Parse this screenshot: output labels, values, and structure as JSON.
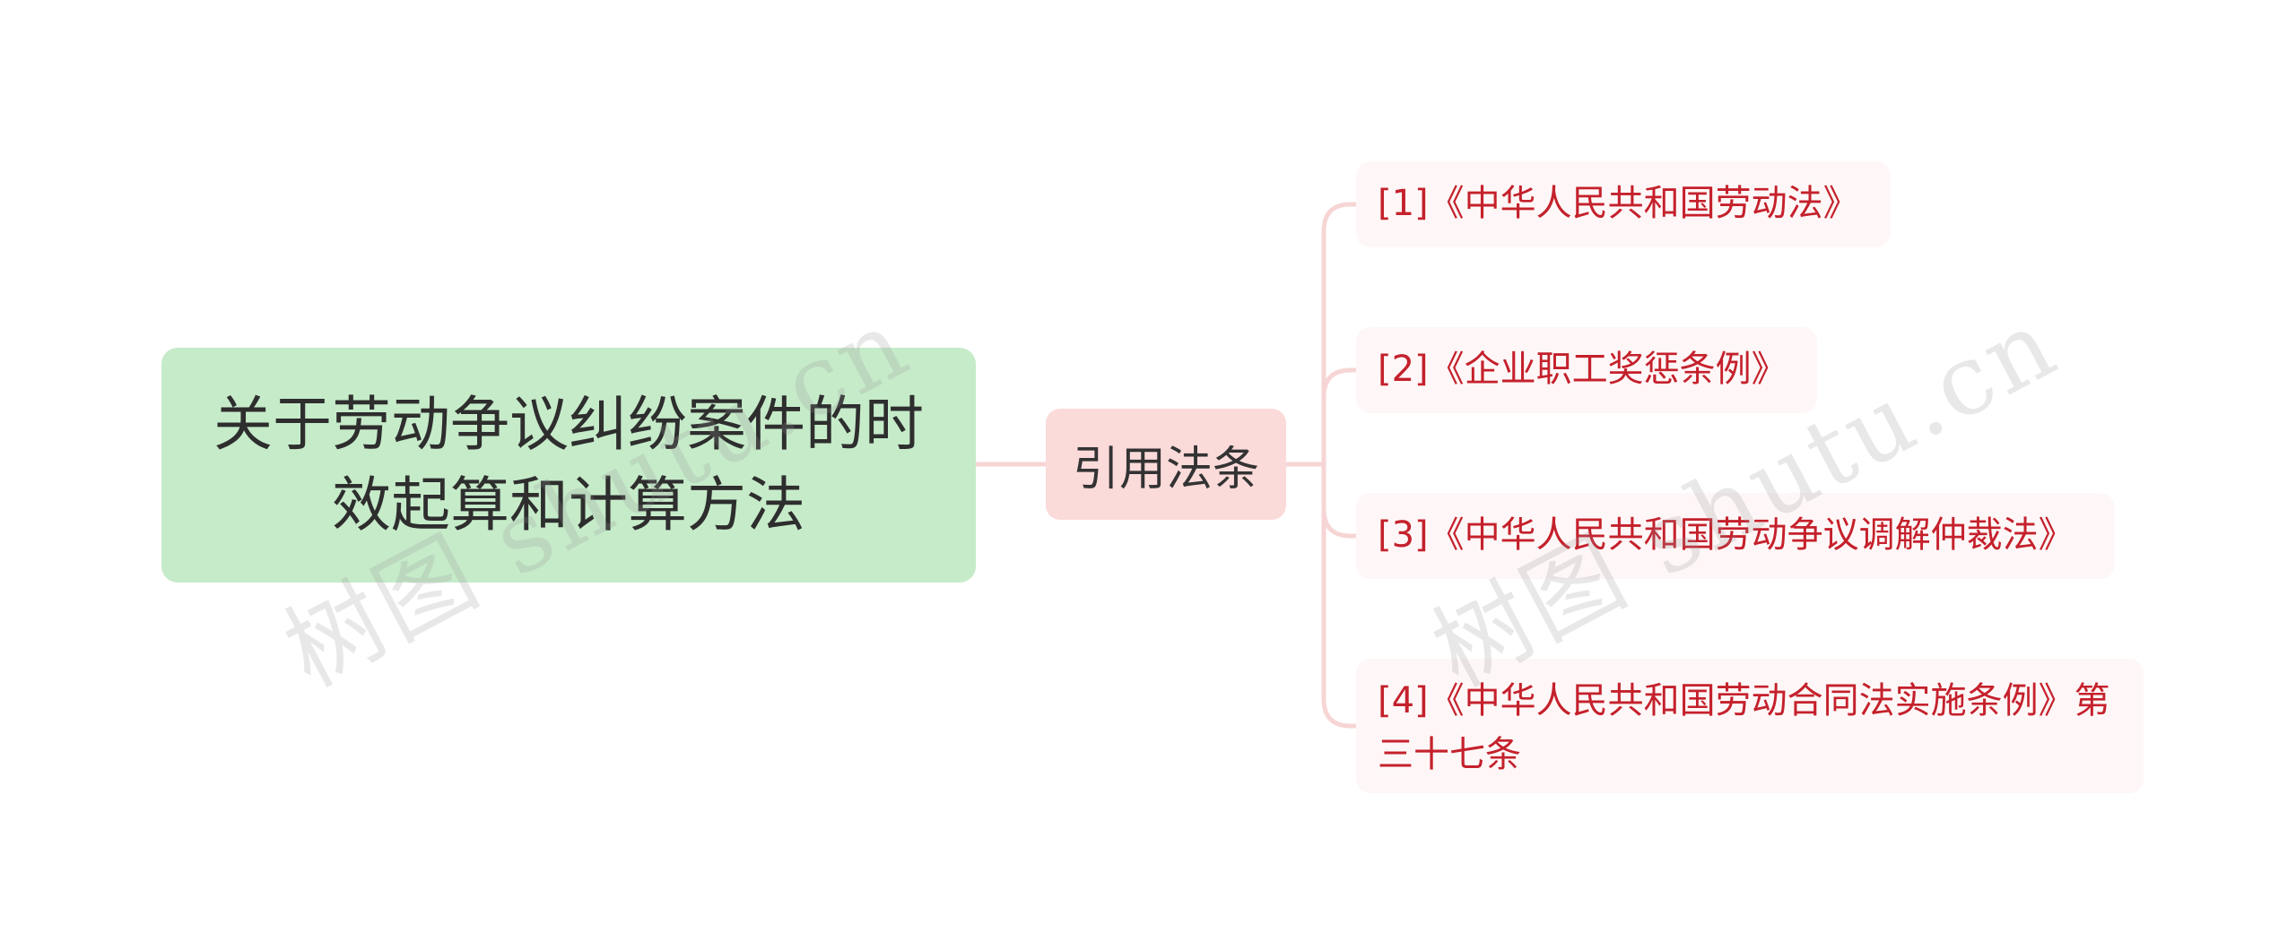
{
  "mindmap": {
    "root": {
      "label": "关于劳动争议纠纷案件的时效起算和计算方法"
    },
    "branch": {
      "label": "引用法条"
    },
    "leaves": [
      {
        "label": "[1]《中华人民共和国劳动法》"
      },
      {
        "label": "[2]《企业职工奖惩条例》"
      },
      {
        "label": "[3]《中华人民共和国劳动争议调解仲裁法》"
      },
      {
        "label": "[4]《中华人民共和国劳动合同法实施条例》第三十七条"
      }
    ]
  },
  "colors": {
    "root_fill": "#c6ebc9",
    "branch_fill": "#fbdada",
    "leaf_fill": "#fff7f7",
    "leaf_text": "#c4212c",
    "connector": "#f7d5d5"
  },
  "watermarks": [
    {
      "text": "树图 shutu.cn"
    },
    {
      "text": "树图 shutu.cn"
    }
  ]
}
